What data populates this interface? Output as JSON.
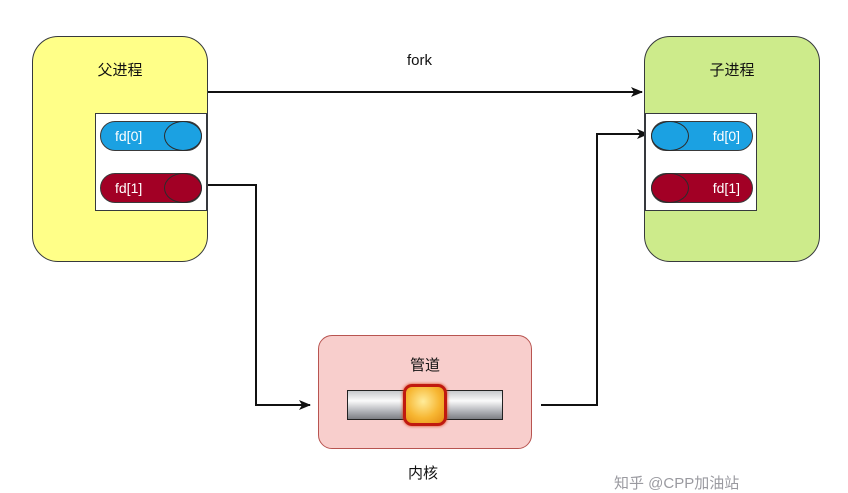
{
  "parent": {
    "title": "父进程",
    "fd0": "fd[0]",
    "fd1": "fd[1]"
  },
  "child": {
    "title": "子进程",
    "fd0": "fd[0]",
    "fd1": "fd[1]"
  },
  "fork_label": "fork",
  "pipe": {
    "title": "管道"
  },
  "kernel_label": "内核",
  "watermark": "知乎 @CPP加油站",
  "colors": {
    "parent_fill": "#ffff88",
    "child_fill": "#cdeb8b",
    "fd_read": "#1ba1e2",
    "fd_write": "#a20025",
    "kernel_fill": "#f8cecc",
    "pipe_knob": "#f7b733"
  }
}
